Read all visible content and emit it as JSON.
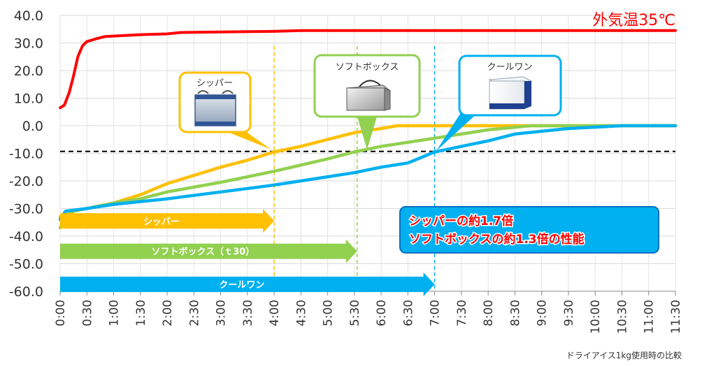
{
  "chart_data": {
    "type": "line",
    "y_ticks": [
      "40.0",
      "30.0",
      "20.0",
      "10.0",
      "0.0",
      "-10.0",
      "-20.0",
      "-30.0",
      "-40.0",
      "-50.0",
      "-60.0"
    ],
    "ylim": [
      -60,
      40
    ],
    "x_ticks": [
      "0:00",
      "0:30",
      "1:00",
      "1:30",
      "2:00",
      "2:30",
      "3:00",
      "3:30",
      "4:00",
      "4:30",
      "5:00",
      "5:30",
      "6:00",
      "6:30",
      "7:00",
      "7:30",
      "8:00",
      "8:30",
      "9:00",
      "9:30",
      "10:00",
      "10:30",
      "11:00",
      "11:30"
    ],
    "xlim_hours": [
      0,
      11.5
    ],
    "grid": true,
    "threshold_line": {
      "y": -9.3,
      "style": "dashed",
      "color": "#000000"
    },
    "series": [
      {
        "name": "外気温35℃",
        "color": "#ff0000",
        "points": [
          [
            0,
            6.5
          ],
          [
            0.08,
            7.5
          ],
          [
            0.17,
            12
          ],
          [
            0.25,
            18
          ],
          [
            0.33,
            25
          ],
          [
            0.42,
            29
          ],
          [
            0.5,
            30.5
          ],
          [
            0.67,
            31.5
          ],
          [
            0.83,
            32.3
          ],
          [
            1,
            32.5
          ],
          [
            1.5,
            33
          ],
          [
            2,
            33.3
          ],
          [
            2.25,
            33.8
          ],
          [
            3,
            34
          ],
          [
            4,
            34.2
          ],
          [
            4.5,
            34.5
          ],
          [
            6,
            34.5
          ],
          [
            8,
            34.5
          ],
          [
            11.5,
            34.5
          ]
        ]
      },
      {
        "name": "シッパー",
        "color": "#ffc000",
        "points": [
          [
            0,
            -33
          ],
          [
            0.1,
            -31.5
          ],
          [
            0.25,
            -31
          ],
          [
            1,
            -28
          ],
          [
            1.5,
            -25
          ],
          [
            2,
            -21
          ],
          [
            3,
            -15
          ],
          [
            3.5,
            -12.5
          ],
          [
            4,
            -9.5
          ],
          [
            4.5,
            -7.5
          ],
          [
            5,
            -5
          ],
          [
            5.5,
            -2.5
          ],
          [
            6,
            -1
          ],
          [
            6.3,
            0
          ],
          [
            8,
            0
          ],
          [
            11.5,
            0
          ]
        ]
      },
      {
        "name": "ソフトボックス（ｔ30）",
        "color": "#92d050",
        "points": [
          [
            0,
            -37
          ],
          [
            0.1,
            -33
          ],
          [
            0.25,
            -31
          ],
          [
            1,
            -28
          ],
          [
            1.5,
            -26.5
          ],
          [
            2,
            -24
          ],
          [
            3,
            -20.5
          ],
          [
            4,
            -16.5
          ],
          [
            5,
            -12
          ],
          [
            5.5,
            -9.5
          ],
          [
            6,
            -7.5
          ],
          [
            7,
            -4.5
          ],
          [
            7.5,
            -3
          ],
          [
            8,
            -1.5
          ],
          [
            8.8,
            0
          ],
          [
            11.5,
            0
          ]
        ]
      },
      {
        "name": "クールワン",
        "color": "#00b0f0",
        "points": [
          [
            0,
            -34
          ],
          [
            0.1,
            -31
          ],
          [
            0.5,
            -30
          ],
          [
            1,
            -28.5
          ],
          [
            1.5,
            -27.5
          ],
          [
            2,
            -26.5
          ],
          [
            3,
            -24
          ],
          [
            4,
            -21.5
          ],
          [
            5,
            -18.5
          ],
          [
            5.5,
            -17
          ],
          [
            6,
            -15
          ],
          [
            6.5,
            -13.5
          ],
          [
            7,
            -9.5
          ],
          [
            7.5,
            -7.5
          ],
          [
            8,
            -5.5
          ],
          [
            8.5,
            -3
          ],
          [
            9,
            -2
          ],
          [
            9.5,
            -1
          ],
          [
            10,
            -0.5
          ],
          [
            10.5,
            0
          ],
          [
            11.5,
            0
          ]
        ]
      }
    ],
    "arrows": [
      {
        "label": "シッパー",
        "color": "#ffc000",
        "y": -34.5,
        "end_hours": 4.0
      },
      {
        "label": "ソフトボックス（ｔ30）",
        "color": "#92d050",
        "y": -45.5,
        "end_hours": 5.55
      },
      {
        "label": "クールワン",
        "color": "#00b0f0",
        "y": -57.5,
        "end_hours": 7.0
      }
    ],
    "vertical_markers": [
      {
        "hours": 4.0,
        "color": "#ffc000"
      },
      {
        "hours": 5.55,
        "color": "#92d050"
      },
      {
        "hours": 7.0,
        "color": "#00b0f0"
      }
    ],
    "outside_label": "外気温35℃",
    "callouts": [
      {
        "label": "シッパー",
        "color": "#ffc000",
        "icon": "soft-cooler-bag-icon"
      },
      {
        "label": "ソフトボックス",
        "color": "#92d050",
        "icon": "silver-box-icon"
      },
      {
        "label": "クールワン",
        "color": "#00b0f0",
        "icon": "white-cooler-box-icon"
      }
    ],
    "highlight_box": {
      "line1": "シッパーの約1.7倍",
      "line2": "ソフトボックスの約1.3倍の性能",
      "color": "#00b0f0"
    },
    "footnote": "ドライアイス1kg使用時の比較"
  }
}
